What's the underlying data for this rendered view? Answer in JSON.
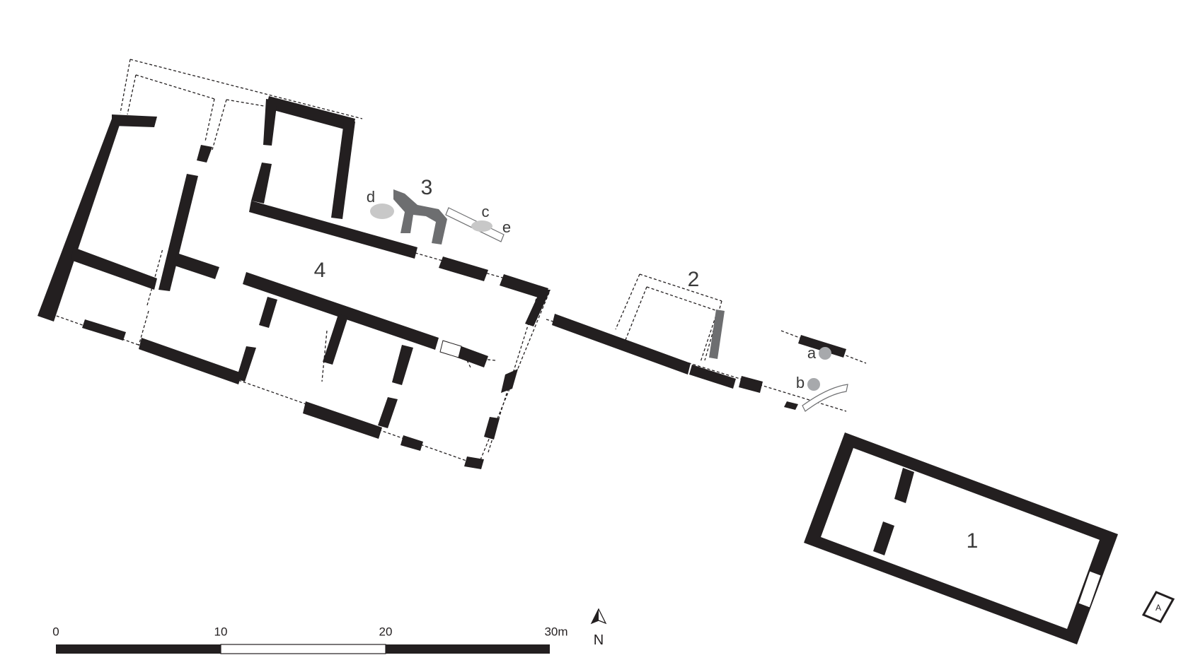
{
  "rooms": {
    "room_1": "1",
    "room_2": "2",
    "room_3": "3",
    "room_4": "4"
  },
  "features": {
    "a": "a",
    "b": "b",
    "c": "c",
    "d": "d",
    "e": "e"
  },
  "marker": "A",
  "north": "N",
  "scale_bar": {
    "ticks": [
      "0",
      "10",
      "20",
      "30m"
    ]
  },
  "colors": {
    "wall": "#231f20",
    "restored_line": "#231f20",
    "feature_dark": "#6d6e70",
    "feature_light": "#c8c8c8"
  }
}
